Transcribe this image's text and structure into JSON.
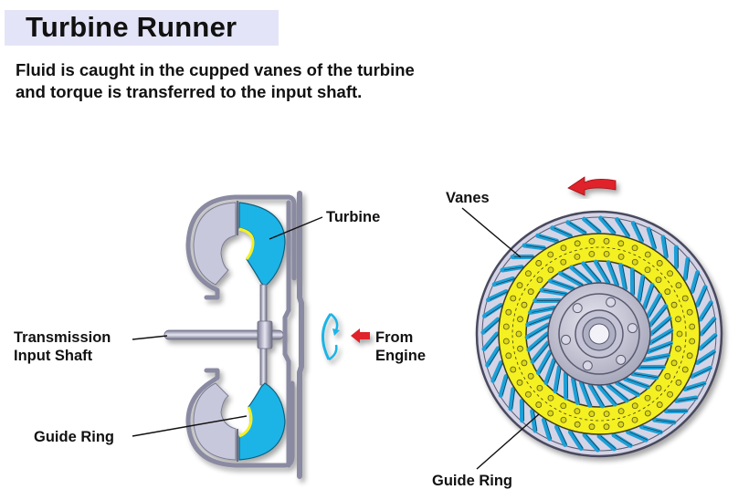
{
  "header": {
    "title": "Turbine Runner",
    "subtitle_line1": "Fluid is caught in the cupped vanes of the turbine",
    "subtitle_line2": "and torque is transferred to the input shaft."
  },
  "cross_section": {
    "labels": {
      "turbine": "Turbine",
      "input_shaft_line1": "Transmission",
      "input_shaft_line2": "Input Shaft",
      "from_engine_line1": "From",
      "from_engine_line2": "Engine",
      "guide_ring": "Guide Ring"
    }
  },
  "front_view": {
    "labels": {
      "vanes": "Vanes",
      "guide_ring": "Guide Ring"
    },
    "rotation_direction": "counterclockwise"
  },
  "colors": {
    "title_band": "#e4e4f8",
    "turbine_blue": "#1ab4e6",
    "vane_blue": "#1e9fd6",
    "guide_ring_yellow": "#f4f020",
    "housing_gray": "#c8c8dc",
    "arrow_red": "#e0202c"
  }
}
